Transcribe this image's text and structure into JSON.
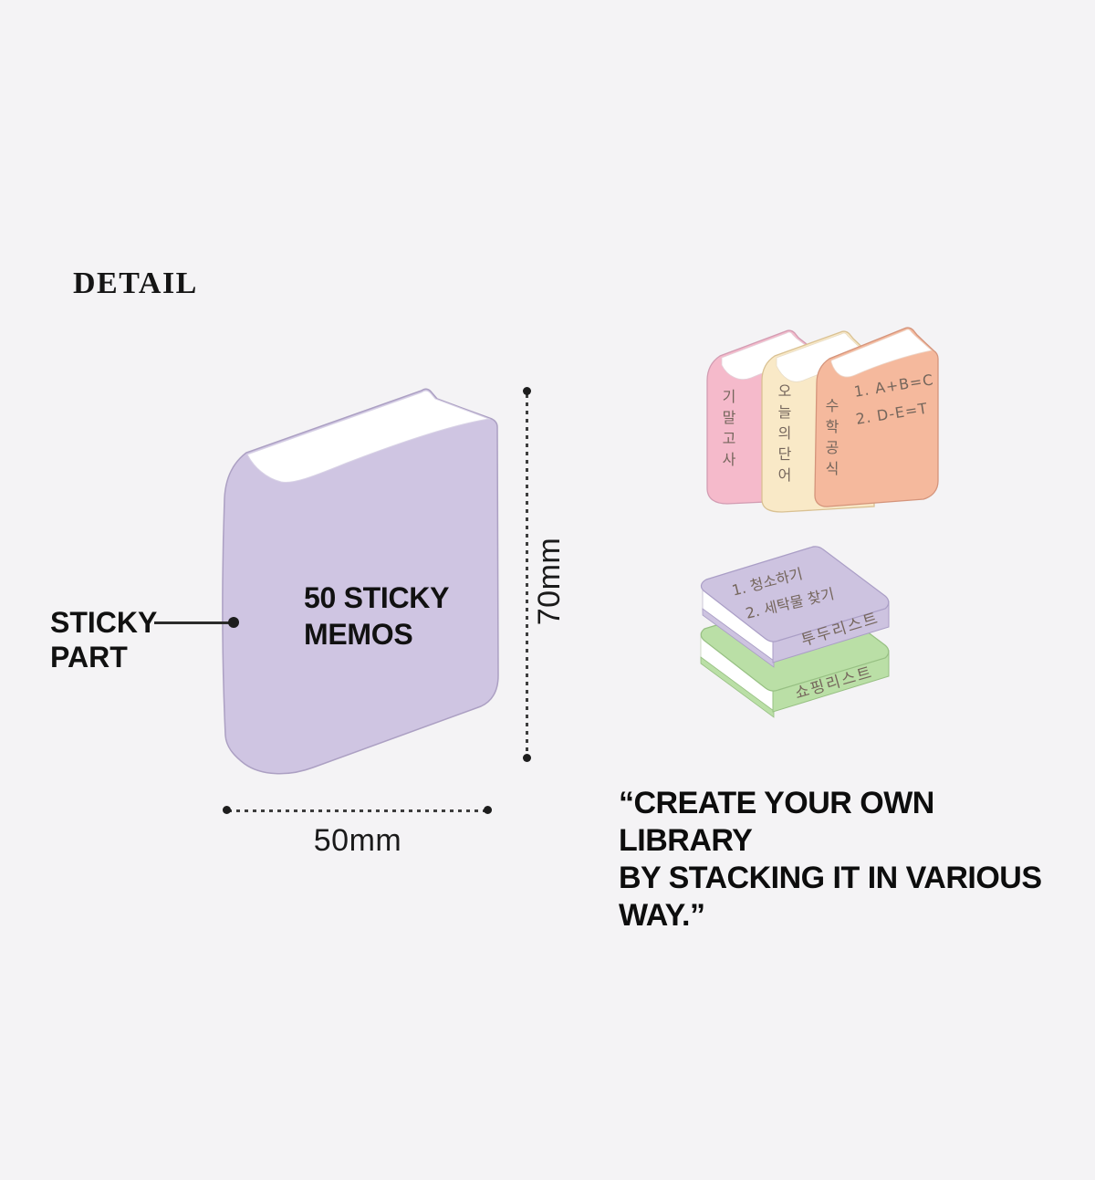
{
  "page": {
    "background": "#f4f3f5"
  },
  "heading": {
    "label": "DETAIL"
  },
  "main_book": {
    "label_line1": "50 STICKY",
    "label_line2": "MEMOS",
    "body_color": "#cfc5e2",
    "outline_color": "#aca0c3",
    "pages_color": "#ffffff"
  },
  "callout": {
    "line1": "STICKY",
    "line2": "PART"
  },
  "dimensions": {
    "height_label": "70mm",
    "width_label": "50mm"
  },
  "standing_books": {
    "book1": {
      "spine_text": "기말고사",
      "color": "#f5bacb",
      "outline": "#d29cb2"
    },
    "book2": {
      "spine_text": "오늘의단어",
      "color": "#f9e9c7",
      "outline": "#d9c193"
    },
    "book3": {
      "spine_text": "수학공식",
      "color": "#f5b99d",
      "outline": "#d4947b",
      "cover_line1": "1. A+B=C",
      "cover_line2": "2. D-E=T"
    }
  },
  "stacked_books": {
    "top": {
      "cover_line1": "1. 청소하기",
      "cover_line2": "2. 세탁물 찾기",
      "spine_text": "투두리스트",
      "color": "#cdc3e0",
      "outline": "#aa9ec6"
    },
    "bottom": {
      "spine_text": "쇼핑리스트",
      "color": "#badfa6",
      "outline": "#97c083"
    }
  },
  "quote": {
    "line1": "“CREATE YOUR OWN LIBRARY",
    "line2": "BY STACKING IT IN VARIOUS",
    "line3": "WAY.”"
  },
  "ink": {
    "handwriting": "#75665c",
    "text": "#111111"
  }
}
